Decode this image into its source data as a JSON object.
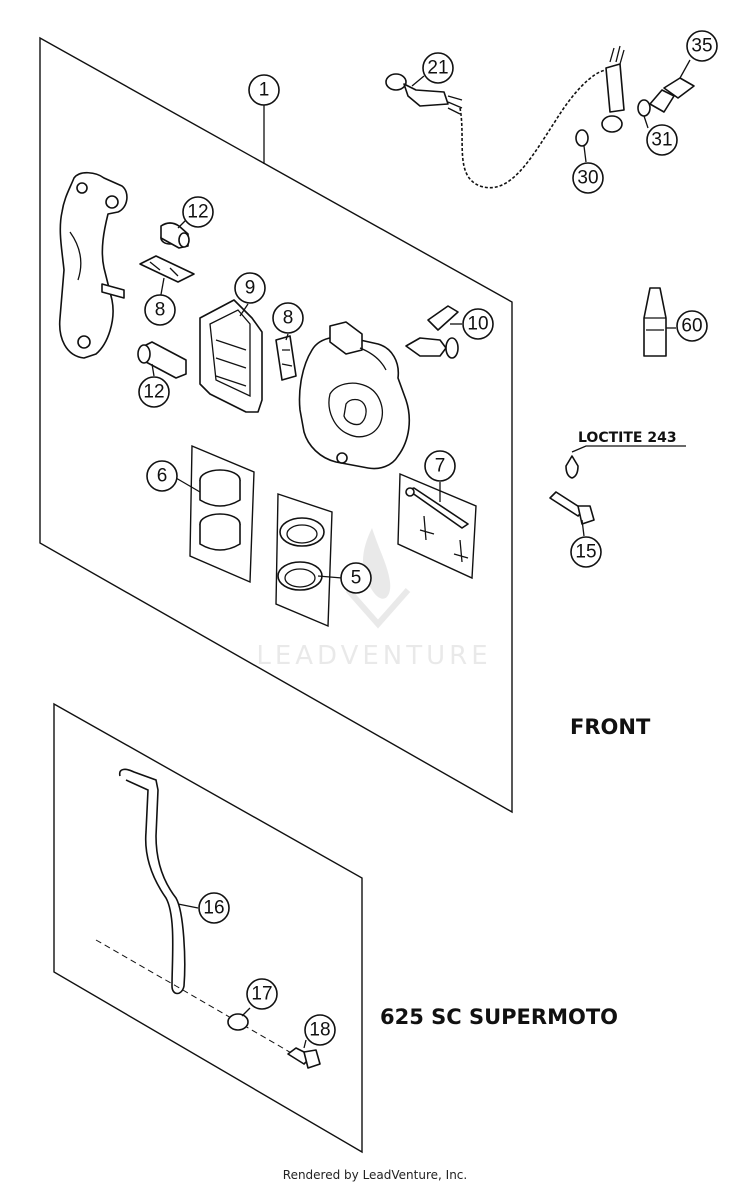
{
  "callouts": [
    {
      "id": "1",
      "label": "1"
    },
    {
      "id": "5",
      "label": "5"
    },
    {
      "id": "6",
      "label": "6"
    },
    {
      "id": "7",
      "label": "7"
    },
    {
      "id": "8a",
      "label": "8"
    },
    {
      "id": "8b",
      "label": "8"
    },
    {
      "id": "9",
      "label": "9"
    },
    {
      "id": "10",
      "label": "10"
    },
    {
      "id": "12a",
      "label": "12"
    },
    {
      "id": "12b",
      "label": "12"
    },
    {
      "id": "15",
      "label": "15"
    },
    {
      "id": "16",
      "label": "16"
    },
    {
      "id": "17",
      "label": "17"
    },
    {
      "id": "18",
      "label": "18"
    },
    {
      "id": "21",
      "label": "21"
    },
    {
      "id": "30",
      "label": "30"
    },
    {
      "id": "31",
      "label": "31"
    },
    {
      "id": "35",
      "label": "35"
    },
    {
      "id": "60",
      "label": "60"
    }
  ],
  "labels": {
    "loctite": "LOCTITE 243",
    "front": "FRONT",
    "model": "625 SC SUPERMOTO",
    "watermark": "LEADVENTURE",
    "footer": "Rendered by LeadVenture, Inc."
  }
}
